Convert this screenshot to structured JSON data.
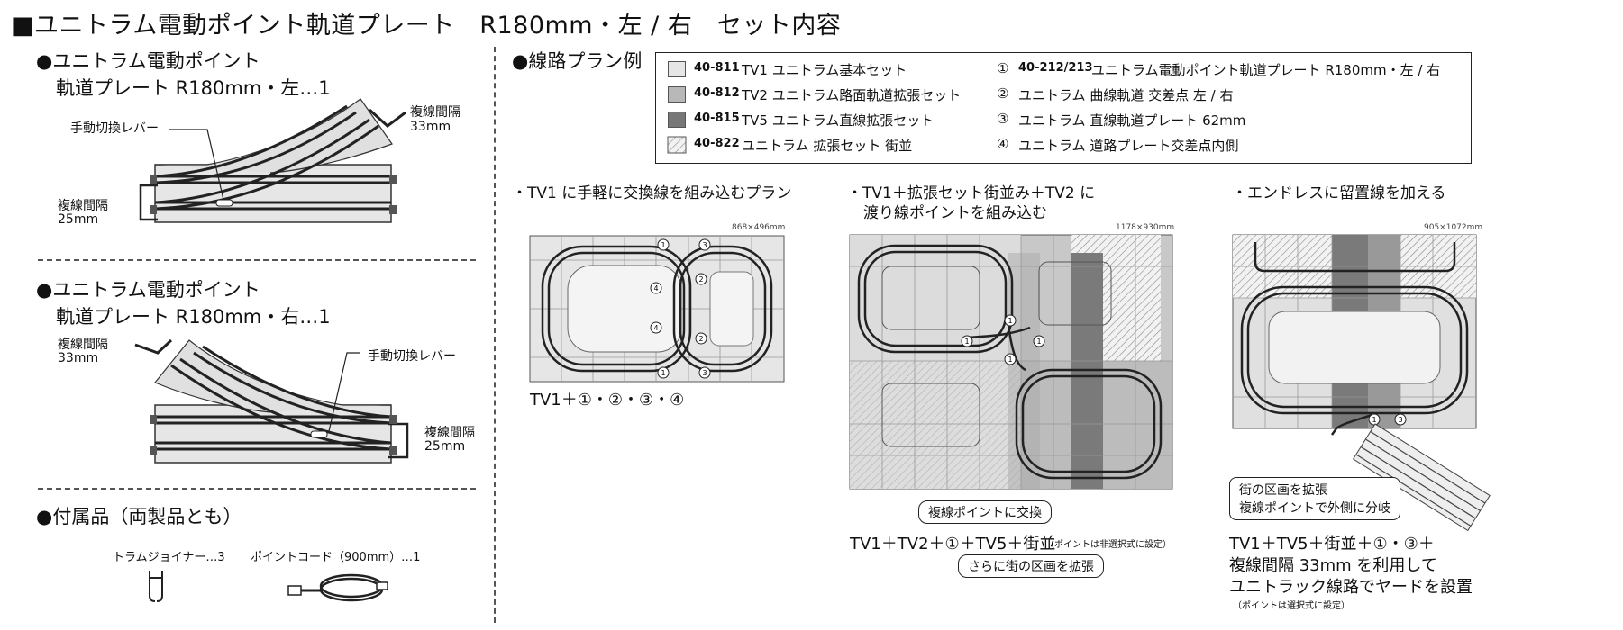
{
  "title": "■ユニトラム電動ポイント軌道プレート　R180mm・左 / 右　セット内容",
  "left_items": [
    {
      "heading": "●ユニトラム電動ポイント",
      "subheading": "軌道プレート R180mm・左…1",
      "lever_label": "手動切換レバー",
      "spacing_top_label": "複線間隔",
      "spacing_top_value": "33mm",
      "spacing_side_label": "複線間隔",
      "spacing_side_value": "25mm"
    },
    {
      "heading": "●ユニトラム電動ポイント",
      "subheading": "軌道プレート R180mm・右…1",
      "lever_label": "手動切換レバー",
      "spacing_top_label": "複線間隔",
      "spacing_top_value": "33mm",
      "spacing_side_label": "複線間隔",
      "spacing_side_value": "25mm"
    }
  ],
  "accessories": {
    "heading": "●付属品（両製品とも）",
    "joiner": "トラムジョイナー…3",
    "cord": "ポイントコード（900mm）…1"
  },
  "plan_heading": "●線路プラン例",
  "legend": {
    "sets": [
      {
        "code": "40-811",
        "name": "TV1 ユニトラム基本セット",
        "color": "#e6e6e6"
      },
      {
        "code": "40-812",
        "name": "TV2 ユニトラム路面軌道拡張セット",
        "color": "#b8b8b8"
      },
      {
        "code": "40-815",
        "name": "TV5 ユニトラム直線拡張セット",
        "color": "#777777"
      },
      {
        "code": "40-822",
        "name": "ユニトラム 拡張セット 街並",
        "color": "hatch"
      }
    ],
    "parts": [
      {
        "num": "①",
        "code": "40-212/213",
        "name": "ユニトラム電動ポイント軌道プレート R180mm・左 / 右"
      },
      {
        "num": "②",
        "code": "",
        "name": "ユニトラム 曲線軌道 交差点 左 / 右"
      },
      {
        "num": "③",
        "code": "",
        "name": "ユニトラム 直線軌道プレート 62mm"
      },
      {
        "num": "④",
        "code": "",
        "name": "ユニトラム 道路プレート交差点内側"
      }
    ]
  },
  "plans": [
    {
      "caption_lines": [
        "・TV1 に手軽に交換線を組み込むプラン"
      ],
      "size": "868×496mm",
      "formula": "TV1＋①・②・③・④"
    },
    {
      "caption_lines": [
        "・TV1＋拡張セット街並み＋TV2 に",
        "渡り線ポイントを組み込む"
      ],
      "size": "1178×930mm",
      "pill_top": "複線ポイントに交換",
      "formula": "TV1＋TV2＋①＋TV5＋街並",
      "formula_note": "（ポイントは非選択式に設定）",
      "pill_bottom": "さらに街の区画を拡張"
    },
    {
      "caption_lines": [
        "・エンドレスに留置線を加える"
      ],
      "size": "905×1072mm",
      "callout_lines": [
        "街の区画を拡張",
        "複線ポイントで外側に分岐"
      ],
      "formula_lines": [
        "TV1＋TV5＋街並＋①・③＋",
        "複線間隔 33mm を利用して",
        "ユニトラック線路でヤードを設置"
      ],
      "formula_note": "（ポイントは選択式に設定）"
    }
  ]
}
